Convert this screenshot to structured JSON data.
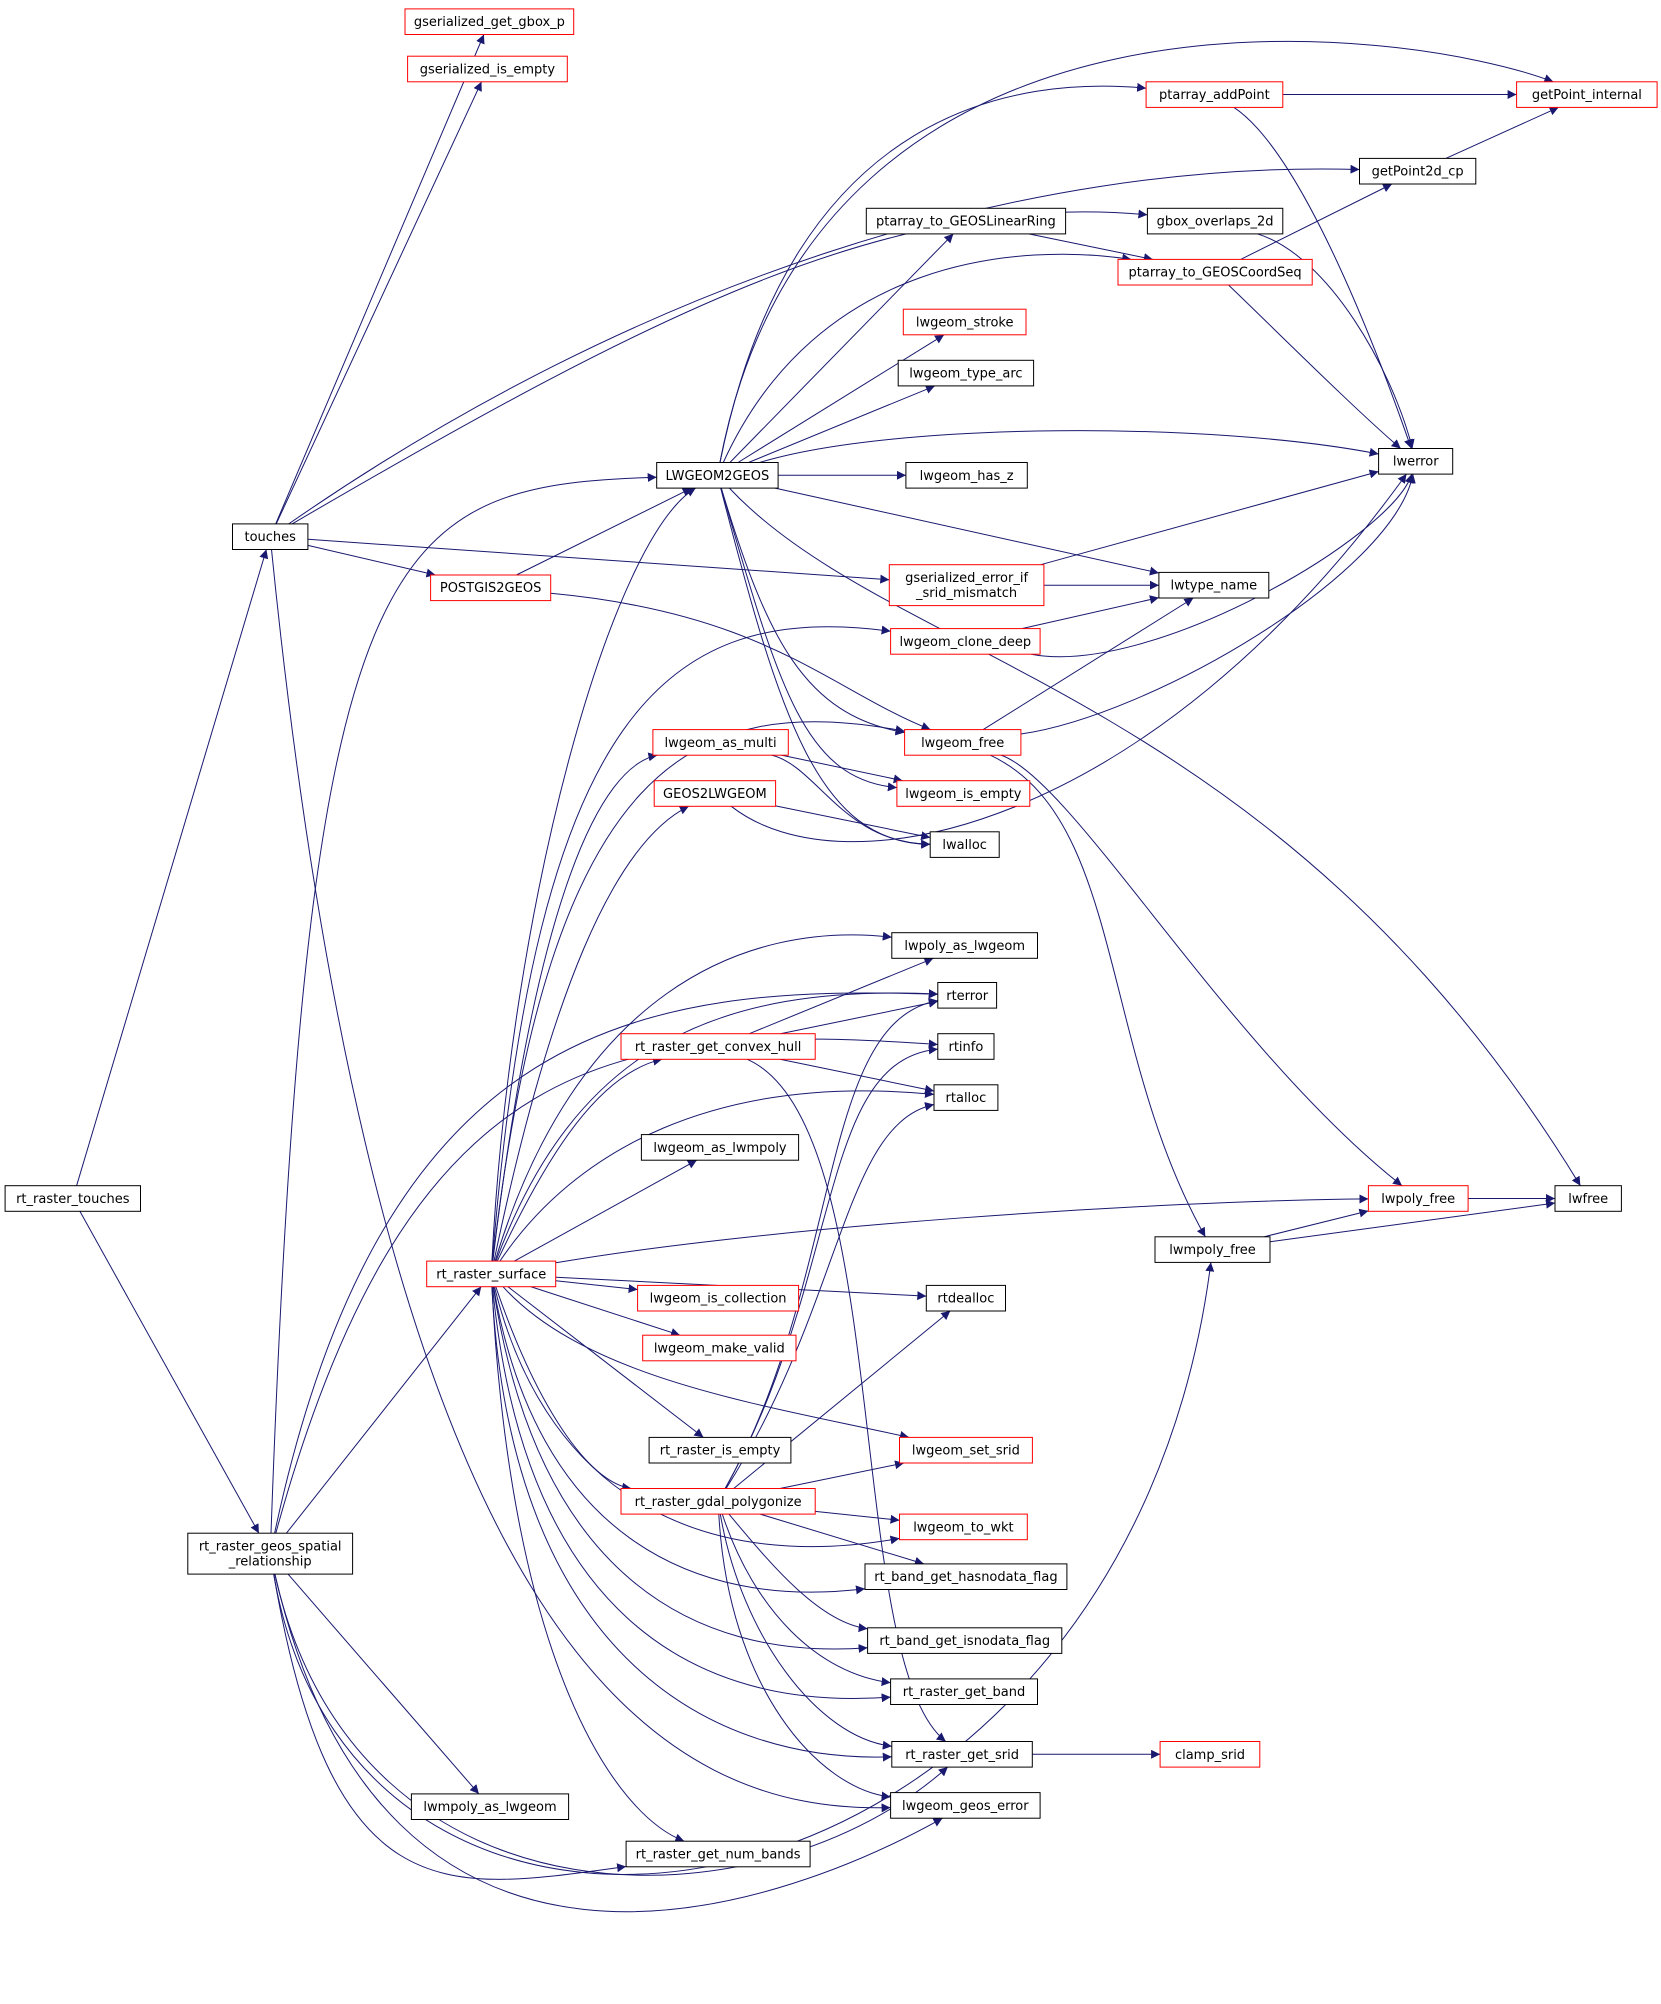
{
  "colors": {
    "edge": "#191970",
    "node_border_normal": "#000000",
    "node_border_truncated": "#ff0000",
    "node_fill_root": "#bfbfbf",
    "node_fill": "#ffffff"
  },
  "nodes": [
    {
      "id": "rt_raster_touches",
      "label": "rt_raster_touches",
      "kind": "root"
    },
    {
      "id": "touches",
      "label": "touches",
      "kind": "normal"
    },
    {
      "id": "rt_raster_geos_spatial_relationship",
      "label": "rt_raster_geos_spatial\n_relationship",
      "kind": "normal"
    },
    {
      "id": "gserialized_get_gbox_p",
      "label": "gserialized_get_gbox_p",
      "kind": "truncated"
    },
    {
      "id": "gserialized_is_empty",
      "label": "gserialized_is_empty",
      "kind": "truncated"
    },
    {
      "id": "LWGEOM2GEOS",
      "label": "LWGEOM2GEOS",
      "kind": "normal"
    },
    {
      "id": "POSTGIS2GEOS",
      "label": "POSTGIS2GEOS",
      "kind": "truncated"
    },
    {
      "id": "rt_raster_surface",
      "label": "rt_raster_surface",
      "kind": "truncated"
    },
    {
      "id": "lwmpoly_as_lwgeom",
      "label": "lwmpoly_as_lwgeom",
      "kind": "normal"
    },
    {
      "id": "rt_raster_get_num_bands",
      "label": "rt_raster_get_num_bands",
      "kind": "normal"
    },
    {
      "id": "ptarray_addPoint",
      "label": "ptarray_addPoint",
      "kind": "truncated"
    },
    {
      "id": "getPoint_internal",
      "label": "getPoint_internal",
      "kind": "truncated"
    },
    {
      "id": "getPoint2d_cp",
      "label": "getPoint2d_cp",
      "kind": "normal"
    },
    {
      "id": "ptarray_to_GEOSLinearRing",
      "label": "ptarray_to_GEOSLinearRing",
      "kind": "normal"
    },
    {
      "id": "gbox_overlaps_2d",
      "label": "gbox_overlaps_2d",
      "kind": "normal"
    },
    {
      "id": "ptarray_to_GEOSCoordSeq",
      "label": "ptarray_to_GEOSCoordSeq",
      "kind": "truncated"
    },
    {
      "id": "lwgeom_stroke",
      "label": "lwgeom_stroke",
      "kind": "truncated"
    },
    {
      "id": "lwgeom_type_arc",
      "label": "lwgeom_type_arc",
      "kind": "normal"
    },
    {
      "id": "lwerror",
      "label": "lwerror",
      "kind": "normal"
    },
    {
      "id": "lwgeom_has_z",
      "label": "lwgeom_has_z",
      "kind": "normal"
    },
    {
      "id": "gserialized_error_if_srid_mismatch",
      "label": "gserialized_error_if\n_srid_mismatch",
      "kind": "truncated"
    },
    {
      "id": "lwtype_name",
      "label": "lwtype_name",
      "kind": "normal"
    },
    {
      "id": "lwgeom_clone_deep",
      "label": "lwgeom_clone_deep",
      "kind": "truncated"
    },
    {
      "id": "lwgeom_free",
      "label": "lwgeom_free",
      "kind": "truncated"
    },
    {
      "id": "lwgeom_as_multi",
      "label": "lwgeom_as_multi",
      "kind": "truncated"
    },
    {
      "id": "lwgeom_is_empty",
      "label": "lwgeom_is_empty",
      "kind": "truncated"
    },
    {
      "id": "GEOS2LWGEOM",
      "label": "GEOS2LWGEOM",
      "kind": "truncated"
    },
    {
      "id": "lwalloc",
      "label": "lwalloc",
      "kind": "normal"
    },
    {
      "id": "lwpoly_as_lwgeom",
      "label": "lwpoly_as_lwgeom",
      "kind": "normal"
    },
    {
      "id": "rterror",
      "label": "rterror",
      "kind": "normal"
    },
    {
      "id": "rt_raster_get_convex_hull",
      "label": "rt_raster_get_convex_hull",
      "kind": "truncated"
    },
    {
      "id": "rtinfo",
      "label": "rtinfo",
      "kind": "normal"
    },
    {
      "id": "rtalloc",
      "label": "rtalloc",
      "kind": "normal"
    },
    {
      "id": "lwgeom_as_lwmpoly",
      "label": "lwgeom_as_lwmpoly",
      "kind": "normal"
    },
    {
      "id": "lwpoly_free",
      "label": "lwpoly_free",
      "kind": "truncated"
    },
    {
      "id": "lwfree",
      "label": "lwfree",
      "kind": "normal"
    },
    {
      "id": "lwmpoly_free",
      "label": "lwmpoly_free",
      "kind": "normal"
    },
    {
      "id": "lwgeom_is_collection",
      "label": "lwgeom_is_collection",
      "kind": "truncated"
    },
    {
      "id": "rtdealloc",
      "label": "rtdealloc",
      "kind": "normal"
    },
    {
      "id": "lwgeom_make_valid",
      "label": "lwgeom_make_valid",
      "kind": "truncated"
    },
    {
      "id": "rt_raster_is_empty",
      "label": "rt_raster_is_empty",
      "kind": "normal"
    },
    {
      "id": "lwgeom_set_srid",
      "label": "lwgeom_set_srid",
      "kind": "truncated"
    },
    {
      "id": "rt_raster_gdal_polygonize",
      "label": "rt_raster_gdal_polygonize",
      "kind": "truncated"
    },
    {
      "id": "lwgeom_to_wkt",
      "label": "lwgeom_to_wkt",
      "kind": "truncated"
    },
    {
      "id": "rt_band_get_hasnodata_flag",
      "label": "rt_band_get_hasnodata_flag",
      "kind": "normal"
    },
    {
      "id": "rt_band_get_isnodata_flag",
      "label": "rt_band_get_isnodata_flag",
      "kind": "normal"
    },
    {
      "id": "rt_raster_get_band",
      "label": "rt_raster_get_band",
      "kind": "normal"
    },
    {
      "id": "rt_raster_get_srid",
      "label": "rt_raster_get_srid",
      "kind": "normal"
    },
    {
      "id": "clamp_srid",
      "label": "clamp_srid",
      "kind": "truncated"
    },
    {
      "id": "lwgeom_geos_error",
      "label": "lwgeom_geos_error",
      "kind": "normal"
    }
  ],
  "edges": [
    [
      "rt_raster_touches",
      "touches"
    ],
    [
      "rt_raster_touches",
      "rt_raster_geos_spatial_relationship"
    ],
    [
      "touches",
      "gserialized_get_gbox_p"
    ],
    [
      "touches",
      "gserialized_is_empty"
    ],
    [
      "touches",
      "getPoint2d_cp"
    ],
    [
      "touches",
      "gbox_overlaps_2d"
    ],
    [
      "touches",
      "POSTGIS2GEOS"
    ],
    [
      "touches",
      "gserialized_error_if_srid_mismatch"
    ],
    [
      "touches",
      "lwgeom_geos_error"
    ],
    [
      "rt_raster_geos_spatial_relationship",
      "LWGEOM2GEOS"
    ],
    [
      "rt_raster_geos_spatial_relationship",
      "rt_raster_surface"
    ],
    [
      "rt_raster_geos_spatial_relationship",
      "rterror"
    ],
    [
      "rt_raster_geos_spatial_relationship",
      "rtinfo"
    ],
    [
      "rt_raster_geos_spatial_relationship",
      "lwmpoly_as_lwgeom"
    ],
    [
      "rt_raster_geos_spatial_relationship",
      "rt_raster_get_num_bands"
    ],
    [
      "rt_raster_geos_spatial_relationship",
      "rt_raster_get_srid"
    ],
    [
      "rt_raster_geos_spatial_relationship",
      "lwgeom_geos_error"
    ],
    [
      "rt_raster_geos_spatial_relationship",
      "lwmpoly_free"
    ],
    [
      "POSTGIS2GEOS",
      "LWGEOM2GEOS"
    ],
    [
      "POSTGIS2GEOS",
      "lwgeom_free"
    ],
    [
      "LWGEOM2GEOS",
      "getPoint_internal"
    ],
    [
      "LWGEOM2GEOS",
      "ptarray_addPoint"
    ],
    [
      "LWGEOM2GEOS",
      "ptarray_to_GEOSLinearRing"
    ],
    [
      "LWGEOM2GEOS",
      "ptarray_to_GEOSCoordSeq"
    ],
    [
      "LWGEOM2GEOS",
      "lwgeom_stroke"
    ],
    [
      "LWGEOM2GEOS",
      "lwgeom_type_arc"
    ],
    [
      "LWGEOM2GEOS",
      "lwerror"
    ],
    [
      "LWGEOM2GEOS",
      "lwgeom_has_z"
    ],
    [
      "LWGEOM2GEOS",
      "lwtype_name"
    ],
    [
      "LWGEOM2GEOS",
      "lwgeom_free"
    ],
    [
      "LWGEOM2GEOS",
      "lwgeom_is_empty"
    ],
    [
      "LWGEOM2GEOS",
      "lwalloc"
    ],
    [
      "LWGEOM2GEOS",
      "lwfree"
    ],
    [
      "ptarray_addPoint",
      "getPoint_internal"
    ],
    [
      "ptarray_addPoint",
      "lwerror"
    ],
    [
      "getPoint2d_cp",
      "getPoint_internal"
    ],
    [
      "ptarray_to_GEOSLinearRing",
      "ptarray_to_GEOSCoordSeq"
    ],
    [
      "ptarray_to_GEOSCoordSeq",
      "getPoint2d_cp"
    ],
    [
      "ptarray_to_GEOSCoordSeq",
      "lwerror"
    ],
    [
      "gbox_overlaps_2d",
      "lwerror"
    ],
    [
      "gserialized_error_if_srid_mismatch",
      "lwerror"
    ],
    [
      "gserialized_error_if_srid_mismatch",
      "lwtype_name"
    ],
    [
      "lwgeom_clone_deep",
      "lwtype_name"
    ],
    [
      "lwgeom_clone_deep",
      "lwerror"
    ],
    [
      "lwgeom_free",
      "lwtype_name"
    ],
    [
      "lwgeom_free",
      "lwerror"
    ],
    [
      "lwgeom_free",
      "lwpoly_free"
    ],
    [
      "lwgeom_free",
      "lwmpoly_free"
    ],
    [
      "lwgeom_as_multi",
      "lwgeom_is_empty"
    ],
    [
      "lwgeom_as_multi",
      "lwalloc"
    ],
    [
      "GEOS2LWGEOM",
      "lwalloc"
    ],
    [
      "GEOS2LWGEOM",
      "lwerror"
    ],
    [
      "lwpoly_free",
      "lwfree"
    ],
    [
      "lwmpoly_free",
      "lwpoly_free"
    ],
    [
      "lwmpoly_free",
      "lwfree"
    ],
    [
      "rt_raster_surface",
      "LWGEOM2GEOS"
    ],
    [
      "rt_raster_surface",
      "lwgeom_clone_deep"
    ],
    [
      "rt_raster_surface",
      "lwgeom_free"
    ],
    [
      "rt_raster_surface",
      "lwgeom_as_multi"
    ],
    [
      "rt_raster_surface",
      "GEOS2LWGEOM"
    ],
    [
      "rt_raster_surface",
      "lwpoly_as_lwgeom"
    ],
    [
      "rt_raster_surface",
      "rterror"
    ],
    [
      "rt_raster_surface",
      "rt_raster_get_convex_hull"
    ],
    [
      "rt_raster_surface",
      "rtalloc"
    ],
    [
      "rt_raster_surface",
      "lwgeom_as_lwmpoly"
    ],
    [
      "rt_raster_surface",
      "lwpoly_free"
    ],
    [
      "rt_raster_surface",
      "rtdealloc"
    ],
    [
      "rt_raster_surface",
      "lwgeom_is_collection"
    ],
    [
      "rt_raster_surface",
      "lwgeom_make_valid"
    ],
    [
      "rt_raster_surface",
      "lwgeom_set_srid"
    ],
    [
      "rt_raster_surface",
      "rt_raster_is_empty"
    ],
    [
      "rt_raster_surface",
      "rt_raster_gdal_polygonize"
    ],
    [
      "rt_raster_surface",
      "lwgeom_to_wkt"
    ],
    [
      "rt_raster_surface",
      "rt_band_get_hasnodata_flag"
    ],
    [
      "rt_raster_surface",
      "rt_band_get_isnodata_flag"
    ],
    [
      "rt_raster_surface",
      "rt_raster_get_band"
    ],
    [
      "rt_raster_surface",
      "rt_raster_get_srid"
    ],
    [
      "rt_raster_surface",
      "rt_raster_get_num_bands"
    ],
    [
      "rt_raster_get_convex_hull",
      "lwpoly_as_lwgeom"
    ],
    [
      "rt_raster_get_convex_hull",
      "rterror"
    ],
    [
      "rt_raster_get_convex_hull",
      "rtalloc"
    ],
    [
      "rt_raster_get_convex_hull",
      "rt_raster_get_srid"
    ],
    [
      "rt_raster_gdal_polygonize",
      "rterror"
    ],
    [
      "rt_raster_gdal_polygonize",
      "rtinfo"
    ],
    [
      "rt_raster_gdal_polygonize",
      "rtalloc"
    ],
    [
      "rt_raster_gdal_polygonize",
      "rtdealloc"
    ],
    [
      "rt_raster_gdal_polygonize",
      "lwgeom_set_srid"
    ],
    [
      "rt_raster_gdal_polygonize",
      "lwgeom_to_wkt"
    ],
    [
      "rt_raster_gdal_polygonize",
      "rt_band_get_hasnodata_flag"
    ],
    [
      "rt_raster_gdal_polygonize",
      "rt_band_get_isnodata_flag"
    ],
    [
      "rt_raster_gdal_polygonize",
      "rt_raster_get_band"
    ],
    [
      "rt_raster_gdal_polygonize",
      "rt_raster_get_srid"
    ],
    [
      "rt_raster_gdal_polygonize",
      "lwgeom_geos_error"
    ],
    [
      "rt_raster_get_srid",
      "clamp_srid"
    ]
  ]
}
